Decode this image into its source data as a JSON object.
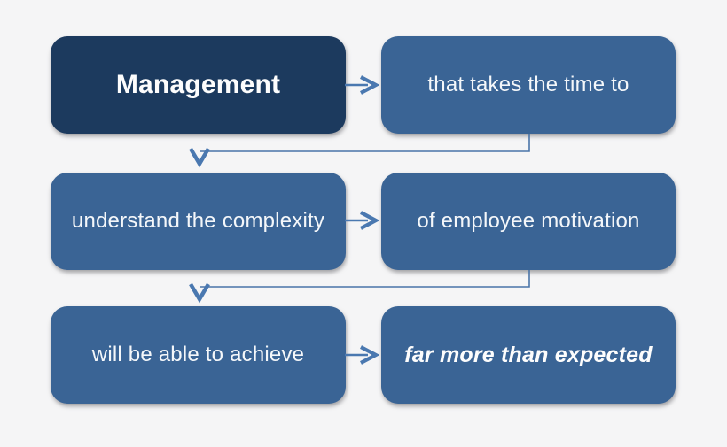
{
  "diagram": {
    "type": "flowchart",
    "background_color": "#f5f5f6",
    "colors": {
      "dark_box": "#1c3a5e",
      "blue_box": "#3a6495",
      "arrow": "#4a78b0",
      "connector_line": "#4a74a8",
      "text": "#f4f7fa"
    },
    "boxes": [
      {
        "label": "Management",
        "emphasis": "bold"
      },
      {
        "label": "that takes the time to",
        "emphasis": "normal"
      },
      {
        "label": "understand the complexity",
        "emphasis": "normal"
      },
      {
        "label": "of employee motivation",
        "emphasis": "normal"
      },
      {
        "label": "will be able to achieve",
        "emphasis": "normal"
      },
      {
        "label": "far more than expected",
        "emphasis": "bold-italic"
      }
    ]
  }
}
